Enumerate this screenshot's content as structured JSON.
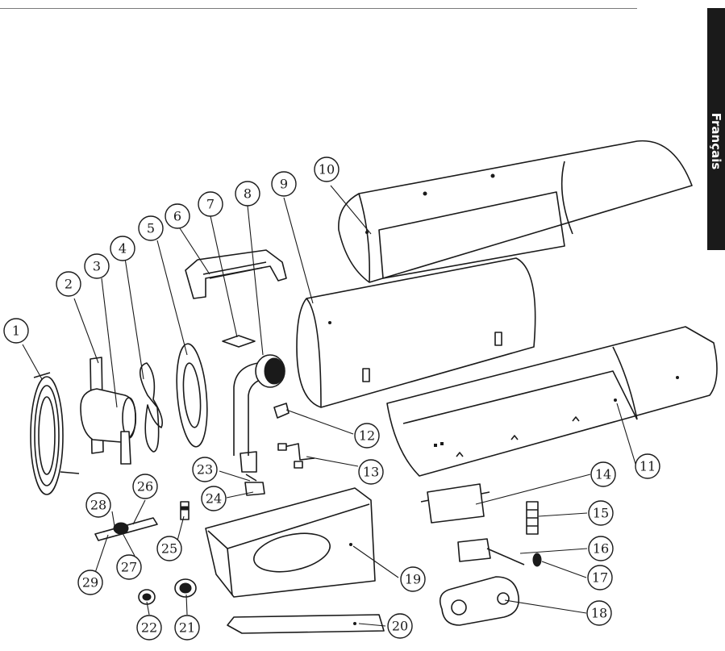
{
  "side_tab": {
    "label": "Français"
  },
  "callouts": [
    {
      "id": "callout-1",
      "label": "1"
    },
    {
      "id": "callout-2",
      "label": "2"
    },
    {
      "id": "callout-3",
      "label": "3"
    },
    {
      "id": "callout-4",
      "label": "4"
    },
    {
      "id": "callout-5",
      "label": "5"
    },
    {
      "id": "callout-6",
      "label": "6"
    },
    {
      "id": "callout-7",
      "label": "7"
    },
    {
      "id": "callout-8",
      "label": "8"
    },
    {
      "id": "callout-9",
      "label": "9"
    },
    {
      "id": "callout-10",
      "label": "10"
    },
    {
      "id": "callout-11",
      "label": "11"
    },
    {
      "id": "callout-12",
      "label": "12"
    },
    {
      "id": "callout-13",
      "label": "13"
    },
    {
      "id": "callout-14",
      "label": "14"
    },
    {
      "id": "callout-15",
      "label": "15"
    },
    {
      "id": "callout-16",
      "label": "16"
    },
    {
      "id": "callout-17",
      "label": "17"
    },
    {
      "id": "callout-18",
      "label": "18"
    },
    {
      "id": "callout-19",
      "label": "19"
    },
    {
      "id": "callout-20",
      "label": "20"
    },
    {
      "id": "callout-21",
      "label": "21"
    },
    {
      "id": "callout-22",
      "label": "22"
    },
    {
      "id": "callout-23",
      "label": "23"
    },
    {
      "id": "callout-24",
      "label": "24"
    },
    {
      "id": "callout-25",
      "label": "25"
    },
    {
      "id": "callout-26",
      "label": "26"
    },
    {
      "id": "callout-27",
      "label": "27"
    },
    {
      "id": "callout-28",
      "label": "28"
    },
    {
      "id": "callout-29",
      "label": "29"
    }
  ]
}
